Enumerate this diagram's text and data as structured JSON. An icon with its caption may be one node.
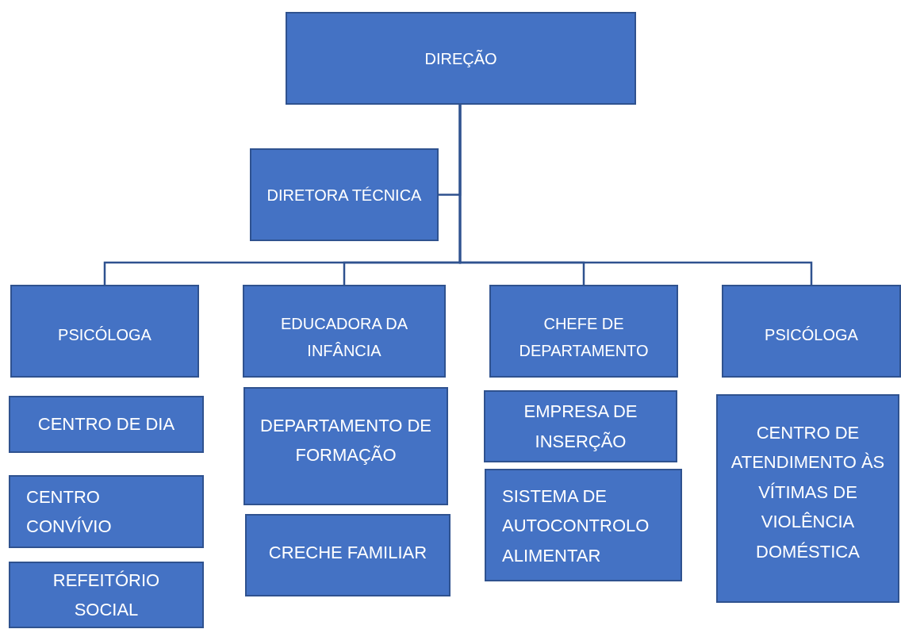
{
  "diagram": {
    "nodes": [
      {
        "text": [
          "DIREÇÃO"
        ]
      },
      {
        "text": [
          "DIRETORA TÉCNICA"
        ]
      },
      {
        "text": [
          "PSICÓLOGA"
        ]
      },
      {
        "text": [
          "EDUCADORA DA INFÂNCIA"
        ]
      },
      {
        "text": [
          "CHEFE DE DEPARTAMENTO"
        ]
      },
      {
        "text": [
          "PSICÓLOGA"
        ]
      },
      {
        "text": [
          "CENTRO DE DIA"
        ]
      },
      {
        "text": [
          "CENTRO CONVÍVIO"
        ]
      },
      {
        "text": [
          "REFEITÓRIO SOCIAL"
        ]
      },
      {
        "text": [
          "DEPARTAMENTO DE FORMAÇÃO"
        ]
      },
      {
        "text": [
          "CRECHE FAMILIAR"
        ]
      },
      {
        "text": [
          "EMPRESA DE INSERÇÃO"
        ]
      },
      {
        "text": [
          "SISTEMA DE AUTOCONTROLO ALIMENTAR"
        ]
      },
      {
        "text": [
          "CENTRO DE ATENDIMENTO ÀS VÍTIMAS DE VIOLÊNCIA DOMÉSTICA"
        ]
      }
    ],
    "edges": [
      {
        "from": 0,
        "to": 1,
        "arrow": "none"
      },
      {
        "from": 0,
        "to": 2,
        "arrow": "none"
      },
      {
        "from": 0,
        "to": 3,
        "arrow": "none"
      },
      {
        "from": 0,
        "to": 4,
        "arrow": "none"
      },
      {
        "from": 0,
        "to": 5,
        "arrow": "none"
      }
    ]
  }
}
